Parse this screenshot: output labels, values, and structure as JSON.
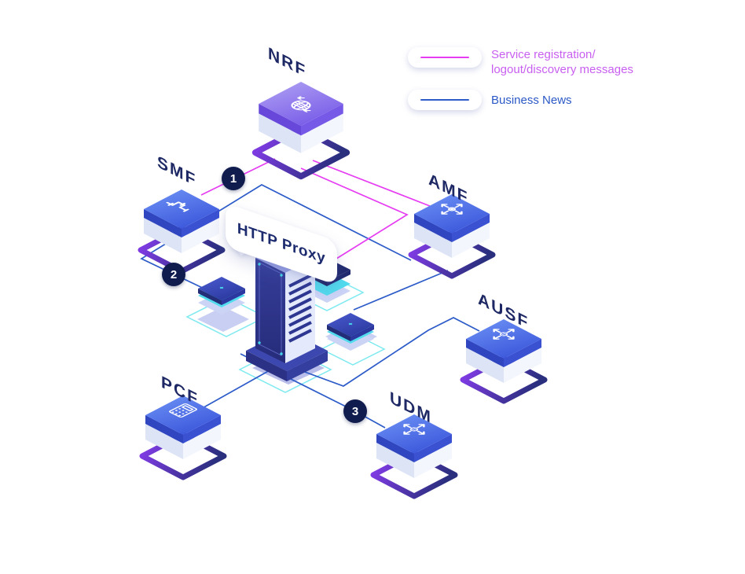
{
  "legend": {
    "items": [
      {
        "id": "service-messages",
        "label_line1": "Service registration/",
        "label_line2": "logout/discovery messages",
        "line_color": "#e63df2",
        "text_color": "#c85ff0"
      },
      {
        "id": "business-news",
        "label_line1": "Business News",
        "label_line2": "",
        "line_color": "#2d5cc9",
        "text_color": "#2b59c6"
      }
    ]
  },
  "nodes": [
    {
      "id": "nrf",
      "label": "NRF",
      "icon": "globe-icon",
      "top_color": "#7e64ea"
    },
    {
      "id": "smf",
      "label": "SMF",
      "icon": "pipeline-icon",
      "top_color": "#3d59dc"
    },
    {
      "id": "amf",
      "label": "AMF",
      "icon": "move-arrows-icon",
      "top_color": "#3d59dc"
    },
    {
      "id": "ausf",
      "label": "AUSF",
      "icon": "sphere-arrows-icon",
      "top_color": "#3d59dc"
    },
    {
      "id": "pcf",
      "label": "PCF",
      "icon": "calculator-icon",
      "top_color": "#3d59dc"
    },
    {
      "id": "udm",
      "label": "UDM",
      "icon": "sphere-arrows-icon",
      "top_color": "#3d59dc"
    }
  ],
  "proxy": {
    "label": "HTTP Proxy",
    "icon": "server-tower-icon"
  },
  "badges": [
    {
      "value": "1"
    },
    {
      "value": "2"
    },
    {
      "value": "3"
    }
  ],
  "colors": {
    "magenta_line": "#e63df2",
    "blue_line": "#2d5cc9",
    "label_navy": "#1d2864",
    "badge_navy": "#101c4d",
    "floor_cyan": "#7eeaf0"
  }
}
